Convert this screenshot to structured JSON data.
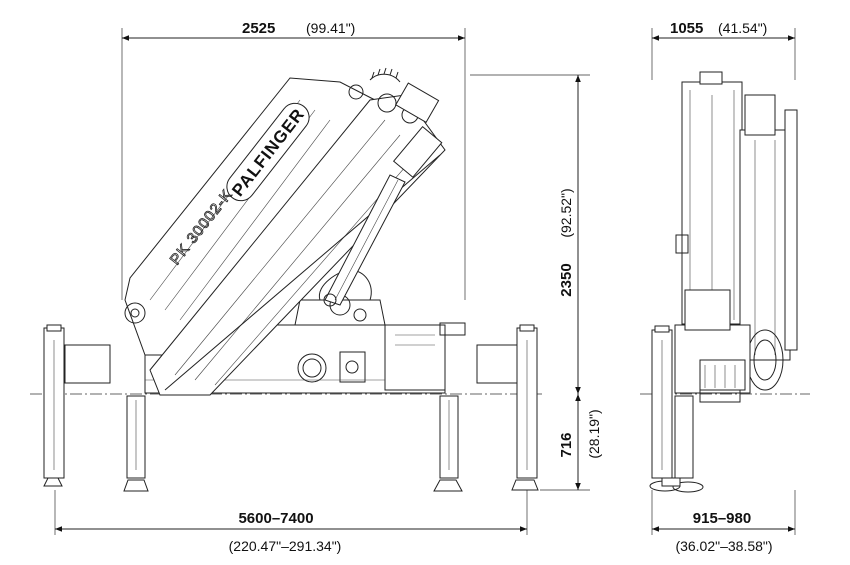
{
  "brand": {
    "name": "PALFINGER",
    "model": "PK 30002-K"
  },
  "dimensions": {
    "top_width": {
      "metric": "2525",
      "imperial": "(99.41\")"
    },
    "side_width": {
      "metric": "1055",
      "imperial": "(41.54\")"
    },
    "height": {
      "metric": "2350",
      "imperial": "(92.52\")"
    },
    "below_height": {
      "metric": "716",
      "imperial": "(28.19\")"
    },
    "outrigger_span": {
      "metric": "5600–7400",
      "imperial": "(220.47\"–291.34\")"
    },
    "side_outrigger_span": {
      "metric": "915–980",
      "imperial": "(36.02\"–38.58\")"
    }
  },
  "colors": {
    "line": "#222222",
    "background": "#ffffff"
  }
}
